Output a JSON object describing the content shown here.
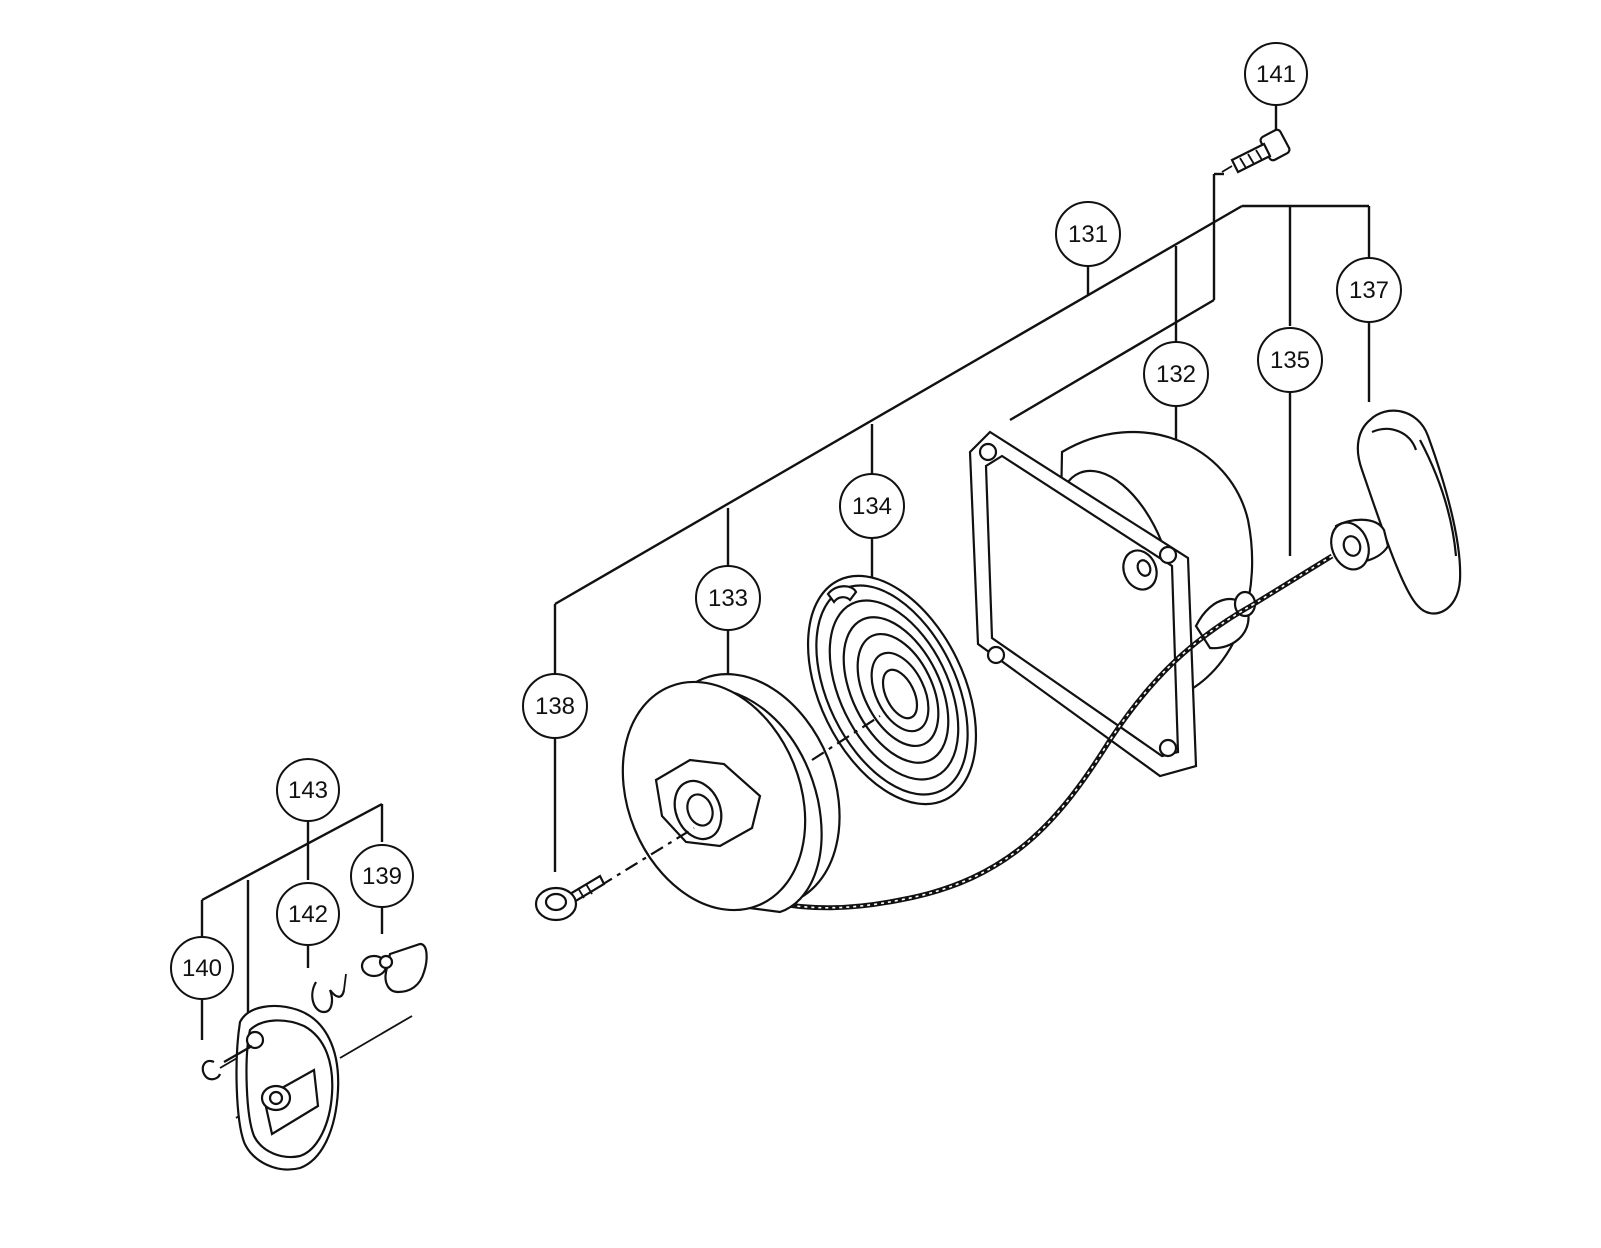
{
  "callouts": {
    "c131": "131",
    "c132": "132",
    "c133": "133",
    "c134": "134",
    "c135": "135",
    "c137": "137",
    "c138": "138",
    "c139": "139",
    "c140": "140",
    "c141": "141",
    "c142": "142",
    "c143": "143"
  }
}
